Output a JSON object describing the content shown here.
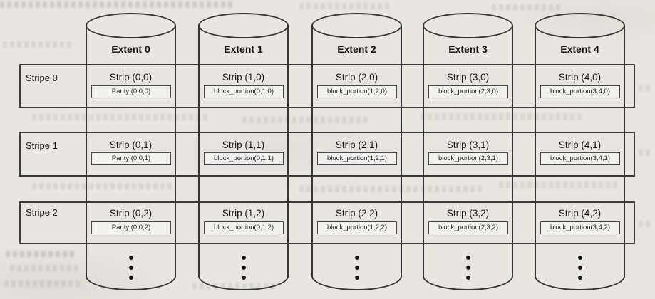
{
  "page": {
    "background_color": "#e9e6e1",
    "line_color": "#353535"
  },
  "diagram": {
    "extents": [
      {
        "label": "Extent 0"
      },
      {
        "label": "Extent 1"
      },
      {
        "label": "Extent 2"
      },
      {
        "label": "Extent 3"
      },
      {
        "label": "Extent 4"
      }
    ],
    "stripes": [
      {
        "label": "Stripe 0",
        "cells": [
          {
            "strip": "Strip (0,0)",
            "block": "Parity (0,0,0)"
          },
          {
            "strip": "Strip (1,0)",
            "block": "block_portion(0,1,0)"
          },
          {
            "strip": "Strip (2,0)",
            "block": "block_portion(1,2,0)"
          },
          {
            "strip": "Strip (3,0)",
            "block": "block_portion(2,3,0)"
          },
          {
            "strip": "Strip (4,0)",
            "block": "block_portion(3,4,0)"
          }
        ]
      },
      {
        "label": "Stripe 1",
        "cells": [
          {
            "strip": "Strip (0,1)",
            "block": "Parity (0,0,1)"
          },
          {
            "strip": "Strip (1,1)",
            "block": "block_portion(0,1,1)"
          },
          {
            "strip": "Strip (2,1)",
            "block": "block_portion(1,2,1)"
          },
          {
            "strip": "Strip (3,1)",
            "block": "block_portion(2,3,1)"
          },
          {
            "strip": "Strip (4,1)",
            "block": "block_portion(3,4,1)"
          }
        ]
      },
      {
        "label": "Stripe 2",
        "cells": [
          {
            "strip": "Strip (0,2)",
            "block": "Parity (0,0,2)"
          },
          {
            "strip": "Strip (1,2)",
            "block": "block_portion(0,1,2)"
          },
          {
            "strip": "Strip (2,2)",
            "block": "block_portion(1,2,2)"
          },
          {
            "strip": "Strip (3,2)",
            "block": "block_portion(2,3,2)"
          },
          {
            "strip": "Strip (4,2)",
            "block": "block_portion(3,4,2)"
          }
        ]
      }
    ]
  }
}
